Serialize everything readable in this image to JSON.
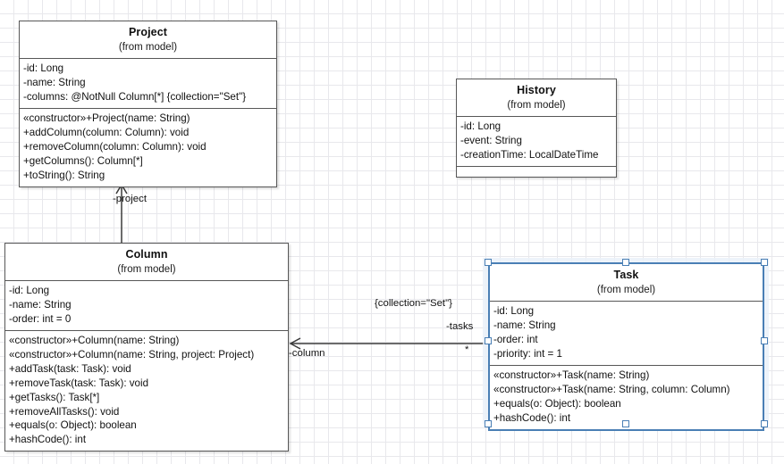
{
  "diagram": {
    "type": "uml-class-diagram",
    "background": "#ffffff",
    "grid_color": "#e8e8ec",
    "border_color": "#575757",
    "selection_color": "#4a7fb5"
  },
  "classes": {
    "project": {
      "name": "Project",
      "stereotype": "(from model)",
      "attributes": [
        "-id: Long",
        "-name: String",
        "-columns: @NotNull Column[*] {collection=\"Set\"}"
      ],
      "operations": [
        "«constructor»+Project(name: String)",
        "+addColumn(column: Column): void",
        "+removeColumn(column: Column): void",
        "+getColumns(): Column[*]",
        "+toString(): String"
      ]
    },
    "history": {
      "name": "History",
      "stereotype": "(from model)",
      "attributes": [
        "-id: Long",
        "-event: String",
        "-creationTime: LocalDateTime"
      ],
      "operations": []
    },
    "column": {
      "name": "Column",
      "stereotype": "(from model)",
      "attributes": [
        "-id: Long",
        "-name: String",
        "-order: int = 0"
      ],
      "operations": [
        "«constructor»+Column(name: String)",
        "«constructor»+Column(name: String, project: Project)",
        "+addTask(task: Task): void",
        "+removeTask(task: Task): void",
        "+getTasks(): Task[*]",
        "+removeAllTasks(): void",
        "+equals(o: Object): boolean",
        "+hashCode(): int"
      ]
    },
    "task": {
      "name": "Task",
      "stereotype": "(from model)",
      "selected": true,
      "attributes": [
        "-id: Long",
        "-name: String",
        "-order: int",
        "-priority: int = 1"
      ],
      "operations": [
        "«constructor»+Task(name: String)",
        "«constructor»+Task(name: String, column: Column)",
        "+equals(o: Object): boolean",
        "+hashCode(): int"
      ]
    }
  },
  "associations": {
    "column_to_project": {
      "source": "Column",
      "target": "Project",
      "role_label": "-project",
      "arrow": "open"
    },
    "task_to_column": {
      "source": "Task",
      "target": "Column",
      "role_source_label": "-tasks",
      "role_target_label": "-column",
      "constraint": "{collection=\"Set\"}",
      "multiplicity": "*",
      "arrow": "open"
    }
  }
}
